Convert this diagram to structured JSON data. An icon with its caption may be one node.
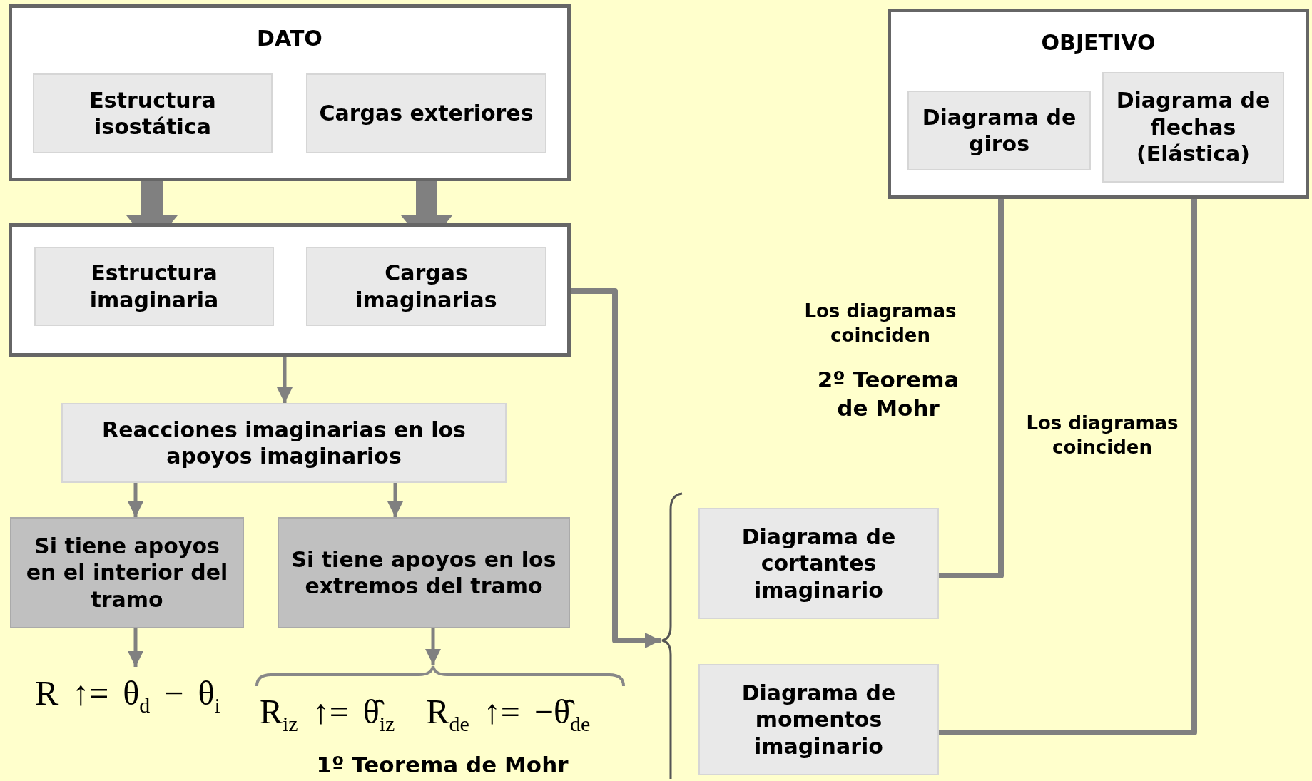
{
  "diagram": {
    "nodes": [
      {
        "text": [
          "DATO"
        ]
      },
      {
        "text": [
          "Estructura isostática"
        ],
        "in": 0
      },
      {
        "text": [
          "Cargas exteriores"
        ],
        "in": 0
      },
      {
        "text": [],
        "shape": "box"
      },
      {
        "text": [
          "Estructura imaginaria"
        ],
        "in": 3
      },
      {
        "text": [
          "Cargas imaginarias"
        ],
        "in": 3
      },
      {
        "text": [
          "Reacciones imaginarias en los apoyos imaginarios"
        ]
      },
      {
        "text": [
          "Si tiene apoyos en el interior del tramo"
        ]
      },
      {
        "text": [
          "Si tiene apoyos en los extremos del tramo"
        ]
      },
      {
        "text": [
          "R ↑= θ$_{d}$ − θ$_{i}$"
        ]
      },
      {
        "text": [
          "R$_{iz}$ ↑= θ̑$_{iz}$",
          "R$_{de}$ ↑= −θ̑$_{de}$"
        ]
      },
      {
        "text": [],
        "shape": "brace"
      },
      {
        "text": [
          "Diagrama de cortantes imaginario"
        ]
      },
      {
        "text": [
          "Diagrama de momentos imaginario"
        ]
      },
      {
        "text": [
          "OBJETIVO"
        ]
      },
      {
        "text": [
          "Diagrama de giros"
        ],
        "in": 14
      },
      {
        "text": [
          "Diagrama de flechas (Elástica)"
        ],
        "in": 14
      }
    ],
    "edges": [
      {
        "from": 1,
        "to": 4,
        "arrow": "to",
        "style": "thick"
      },
      {
        "from": 2,
        "to": 5,
        "arrow": "to",
        "style": "thick"
      },
      {
        "from": 3,
        "to": 6,
        "arrow": "to"
      },
      {
        "from": 6,
        "to": 7,
        "arrow": "to"
      },
      {
        "from": 6,
        "to": 8,
        "arrow": "to"
      },
      {
        "from": 7,
        "to": 9,
        "arrow": "to"
      },
      {
        "from": 8,
        "to": 10,
        "arrow": "to"
      },
      {
        "from": 3,
        "to": 11,
        "arrow": "to"
      },
      {
        "from": 12,
        "to": 15,
        "arrow": "to"
      },
      {
        "from": 13,
        "to": 16,
        "arrow": "to"
      }
    ],
    "labels": [
      "Los diagramas coinciden",
      "2º Teorema de Mohr",
      "Los diagramas coinciden",
      "1º Teorema de Mohr"
    ]
  }
}
